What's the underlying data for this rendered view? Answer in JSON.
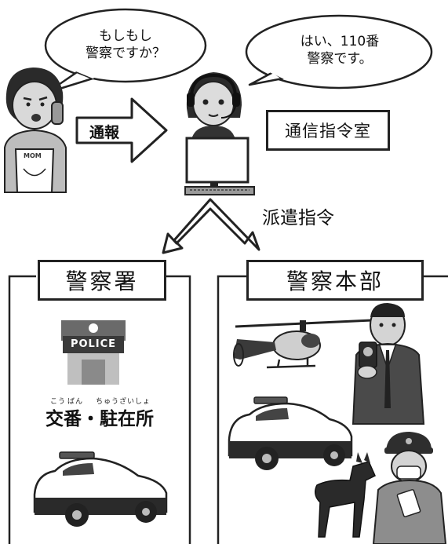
{
  "bubbles": {
    "caller": "もしもし\n警察ですか？",
    "operator": "はい、110番\n警察です。"
  },
  "arrows": {
    "report_label": "通報",
    "dispatch_label": "派遣指令"
  },
  "command_room": "通信指令室",
  "caller_apron_text": "MOM",
  "sections": {
    "station": {
      "title": "警察署",
      "sign": "POLICE",
      "kouban_label": "交番・駐在所",
      "ruby": [
        "こう",
        "ばん",
        "ちゅうざい",
        "しょ"
      ]
    },
    "hq": {
      "title": "警察本部"
    }
  }
}
